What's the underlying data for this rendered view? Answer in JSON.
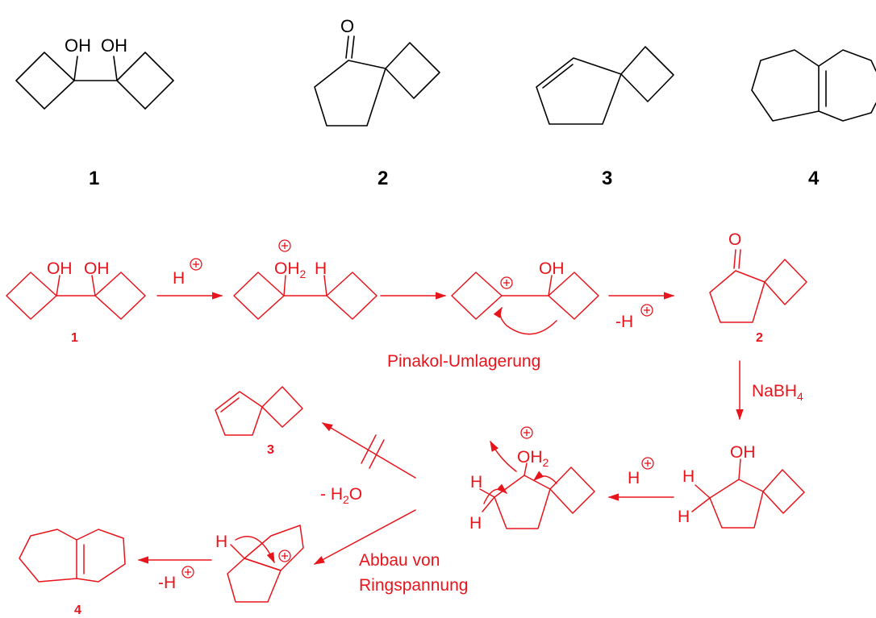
{
  "top": {
    "labels": [
      "1",
      "2",
      "3",
      "4"
    ],
    "oh": "OH",
    "o": "O"
  },
  "scheme": {
    "oh": "OH",
    "o": "O",
    "h": "H",
    "oh2": "OH",
    "sub2": "2",
    "sub4": "4",
    "minus_h": "-H",
    "minus": "- H",
    "water_o": "O",
    "nabh": "NaBH",
    "labels": [
      "1",
      "2",
      "3",
      "4"
    ],
    "pinakol": "Pinakol-Umlagerung",
    "abbau_line1": "Abbau von",
    "abbau_line2": "Ringspannung"
  },
  "colors": {
    "reaction": "#e8141c",
    "structure": "#000000"
  }
}
